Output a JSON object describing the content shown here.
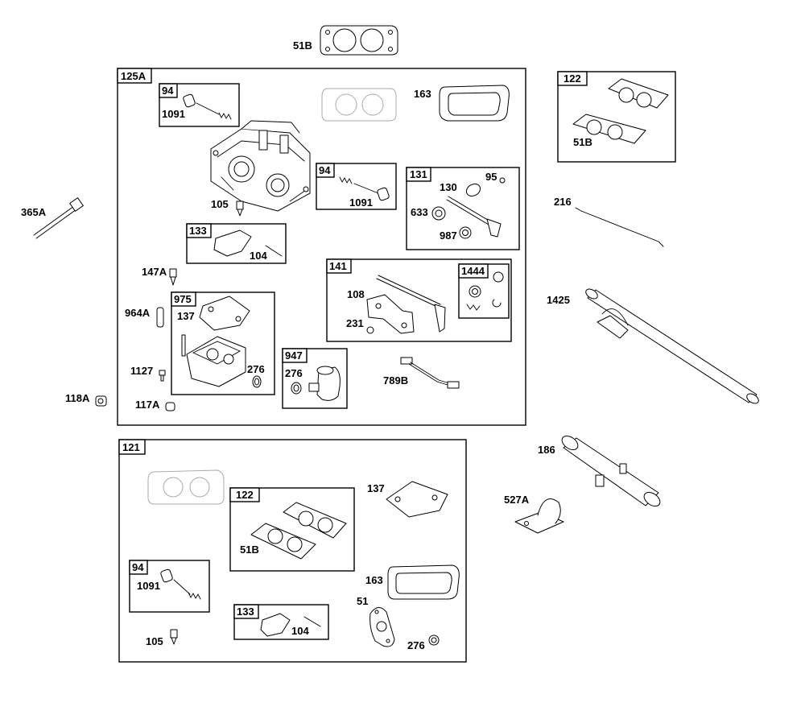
{
  "groups": {
    "g125A": "125A",
    "g94a": "94",
    "g94b": "94",
    "g131": "131",
    "g133a": "133",
    "g141": "141",
    "g1444": "1444",
    "g975": "975",
    "g947": "947",
    "g122top": "122",
    "g121": "121",
    "g122b": "122",
    "g94c": "94",
    "g133b": "133"
  },
  "labels": {
    "p51B_top": "51B",
    "p1091a": "1091",
    "p163a": "163",
    "p105a": "105",
    "p1091b": "1091",
    "p95": "95",
    "p130": "130",
    "p633": "633",
    "p987": "987",
    "p104a": "104",
    "p147A": "147A",
    "p108": "108",
    "p231": "231",
    "p964A": "964A",
    "p137a": "137",
    "p1127": "1127",
    "p276a": "276",
    "p276b": "276",
    "p789B": "789B",
    "p118A": "118A",
    "p117A": "117A",
    "p365A": "365A",
    "p51B_r": "51B",
    "p216": "216",
    "p1425": "1425",
    "p186": "186",
    "p527A": "527A",
    "p137b": "137",
    "p51B_b": "51B",
    "p1091c": "1091",
    "p163b": "163",
    "p51": "51",
    "p104b": "104",
    "p105b": "105",
    "p276c": "276"
  }
}
